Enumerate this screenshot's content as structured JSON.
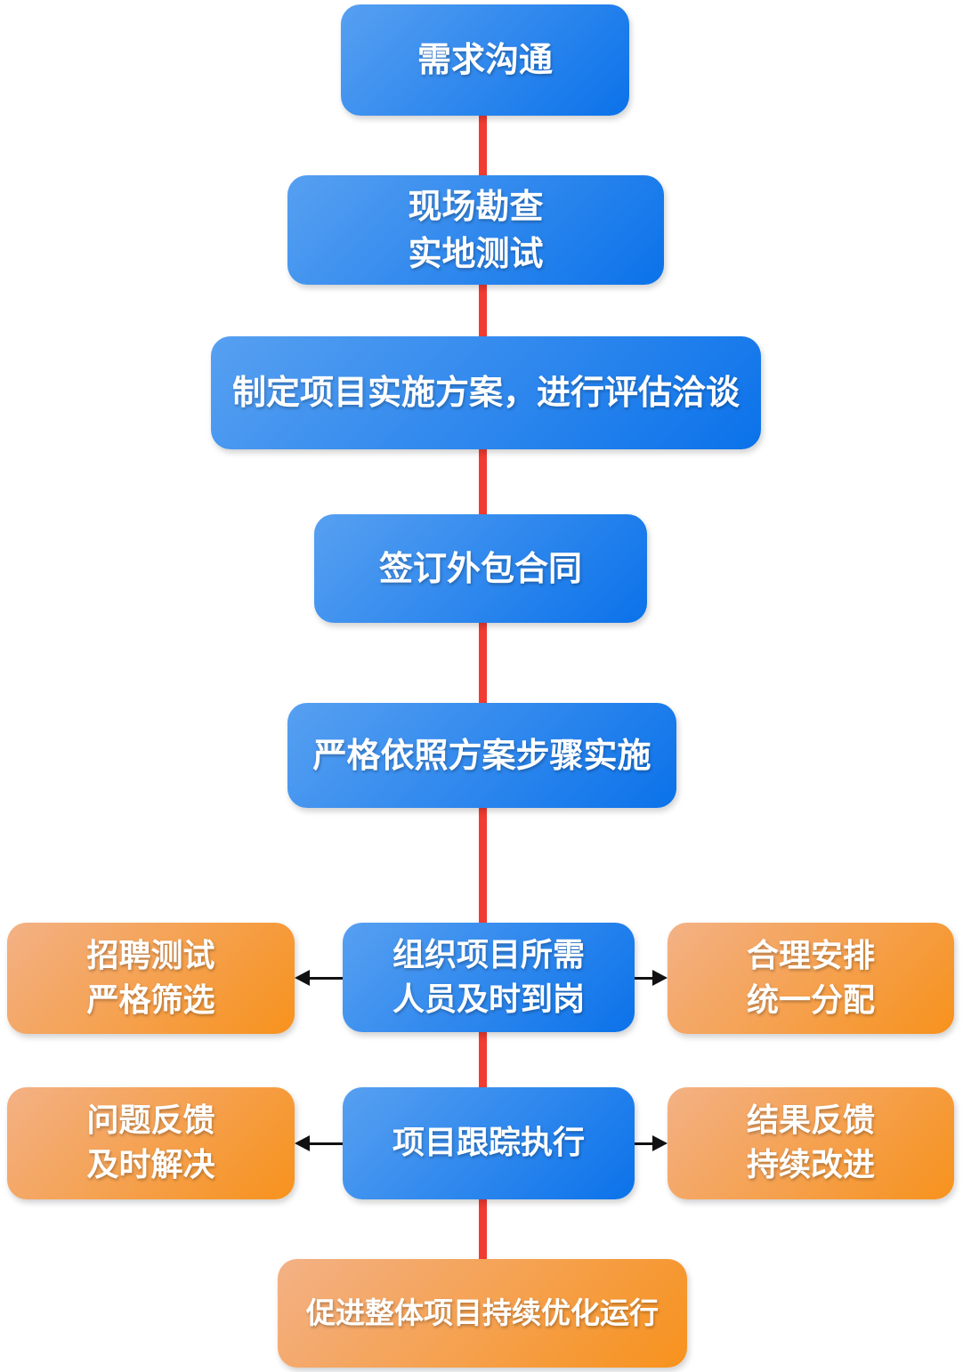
{
  "diagram": {
    "type": "flowchart",
    "colors": {
      "blue_gradient_start": "#57a0f1",
      "blue_gradient_end": "#0b72ea",
      "orange_gradient_start": "#f3b185",
      "orange_gradient_end": "#f7921d",
      "connector_line_red": "#f23b31",
      "arrow_black": "#111111",
      "node_text": "#ffffff",
      "background": "#ffffff"
    },
    "nodes": {
      "step1": {
        "label": "需求沟通"
      },
      "step2": {
        "label": "现场勘查\n实地测试"
      },
      "step3": {
        "label": "制定项目实施方案，进行评估洽谈"
      },
      "step4": {
        "label": "签订外包合同"
      },
      "step5": {
        "label": "严格依照方案步骤实施"
      },
      "step6": {
        "label": "组织项目所需\n人员及时到岗"
      },
      "step6_left": {
        "label": "招聘测试\n严格筛选"
      },
      "step6_right": {
        "label": "合理安排\n统一分配"
      },
      "step7": {
        "label": "项目跟踪执行"
      },
      "step7_left": {
        "label": "问题反馈\n及时解决"
      },
      "step7_right": {
        "label": "结果反馈\n持续改进"
      },
      "step8": {
        "label": "促进整体项目持续优化运行"
      }
    },
    "connections": {
      "main_flow": "step1 → step2 → step3 → step4 → step5 → step6 → step7 → step8",
      "side_arrows": [
        "step6 → step6_left",
        "step6 → step6_right",
        "step7 → step7_left",
        "step7 → step7_right"
      ]
    }
  }
}
